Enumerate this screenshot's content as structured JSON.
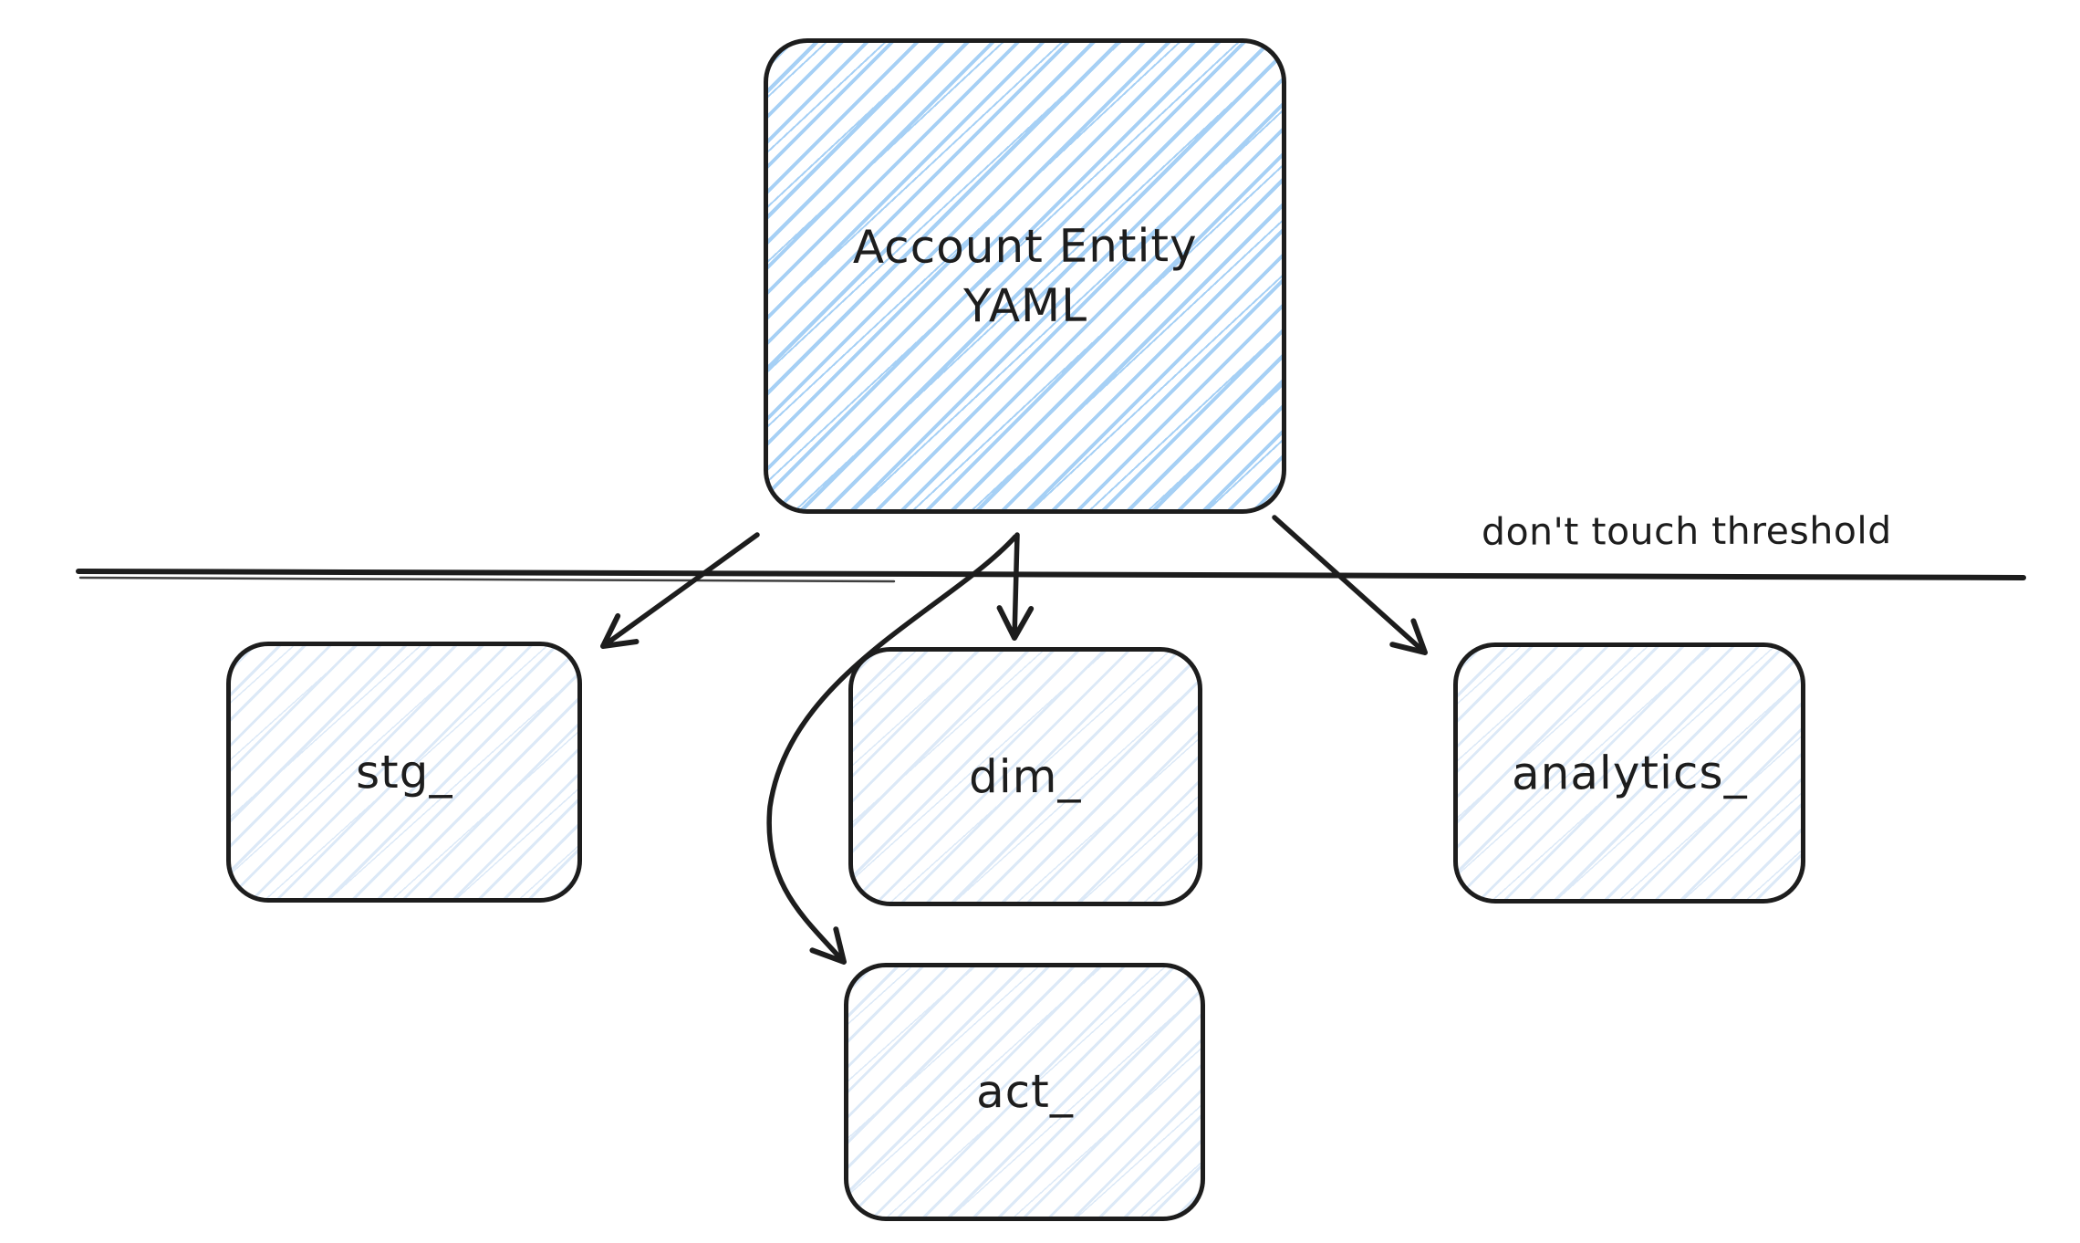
{
  "diagram": {
    "nodes": {
      "source": {
        "label": "Account Entity\nYAML"
      },
      "stg": {
        "label": "stg_"
      },
      "dim": {
        "label": "dim_"
      },
      "analytics": {
        "label": "analytics_"
      },
      "act": {
        "label": "act_"
      }
    },
    "separator": {
      "label": "don't touch threshold"
    },
    "edges": [
      {
        "from": "Account Entity YAML",
        "to": "stg_",
        "style": "straight-arrow"
      },
      {
        "from": "Account Entity YAML",
        "to": "dim_",
        "style": "straight-arrow"
      },
      {
        "from": "Account Entity YAML",
        "to": "analytics_",
        "style": "straight-arrow"
      },
      {
        "from": "Account Entity YAML",
        "to": "act_",
        "style": "curved-arrow"
      }
    ],
    "colors": {
      "stroke": "#1d1d1d",
      "source_hatch": "#a6d0f5",
      "child_hatch": "#dce9f7",
      "background": "#ffffff"
    }
  }
}
